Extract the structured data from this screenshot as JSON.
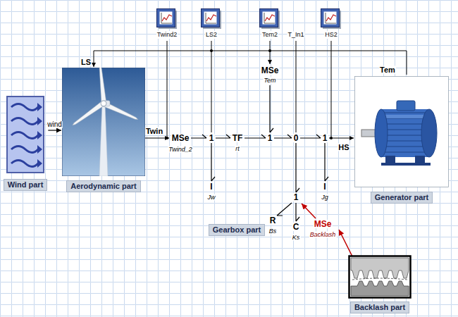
{
  "diagram": {
    "nodes": [
      {
        "text": [
          "Wind part"
        ]
      },
      {
        "text": [
          "Aerodynamic part"
        ]
      },
      {
        "text": [
          "Twind2"
        ]
      },
      {
        "text": [
          "LS2"
        ]
      },
      {
        "text": [
          "Tem2"
        ]
      },
      {
        "text": [
          "HS2"
        ]
      },
      {
        "text": [
          "Generator part"
        ]
      },
      {
        "text": [
          "Gearbox part"
        ]
      },
      {
        "text": [
          "Backlash part"
        ]
      }
    ],
    "edges": [
      {
        "from": 0,
        "to": 1,
        "label": "wind",
        "arrow": "to"
      }
    ],
    "labels": [
      "LS",
      "Tem",
      "MSe",
      "Tem",
      "T_In1",
      "Twin",
      "MSe",
      "Twind_2",
      "1",
      "TF",
      "rt",
      "1",
      "0",
      "1",
      "HS",
      "I",
      "Jw",
      "1",
      "I",
      "Jg",
      "R",
      "Bs",
      "C",
      "Ks",
      "MSe",
      "Backlash"
    ]
  }
}
